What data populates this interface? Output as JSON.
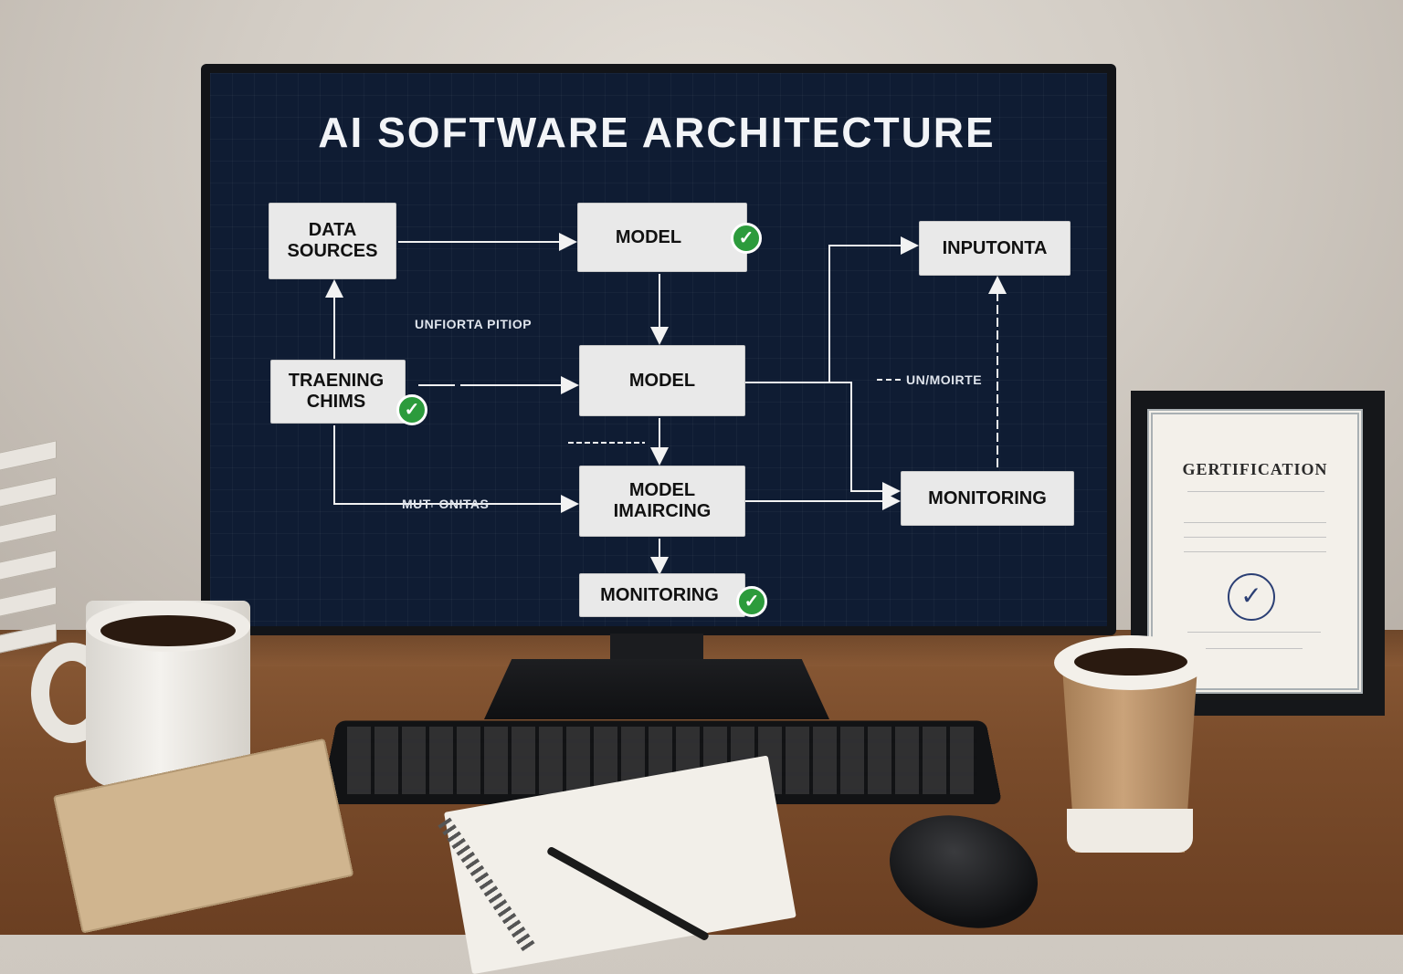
{
  "screen": {
    "title": "AI SOFTWARE ARCHITECTURE",
    "nodes": {
      "data_sources": [
        "DATA",
        "SOURCES"
      ],
      "model_top": "MODEL",
      "inputonta": "INPUTONTA",
      "training": [
        "TRAENING",
        "CHIMS"
      ],
      "model_mid": "MODEL",
      "model_imaircing": [
        "MODEL",
        "IMAIRCING"
      ],
      "monitoring_right": "MONITORING",
      "monitoring_bottom": "MONITORING"
    },
    "edge_labels": {
      "unfiorta": "UNFIORTA PITIOP",
      "unmoirte": "UN/MOIRTE",
      "mutonitas": "MUT⌐ONITAS"
    },
    "check_glyph": "✓",
    "colors": {
      "screen_bg": "#0f1c33",
      "node_bg": "#e9e9e9",
      "check": "#2c9b3c"
    }
  },
  "certificate": {
    "title": "GERTIFICATION",
    "seal_glyph": "✓"
  }
}
